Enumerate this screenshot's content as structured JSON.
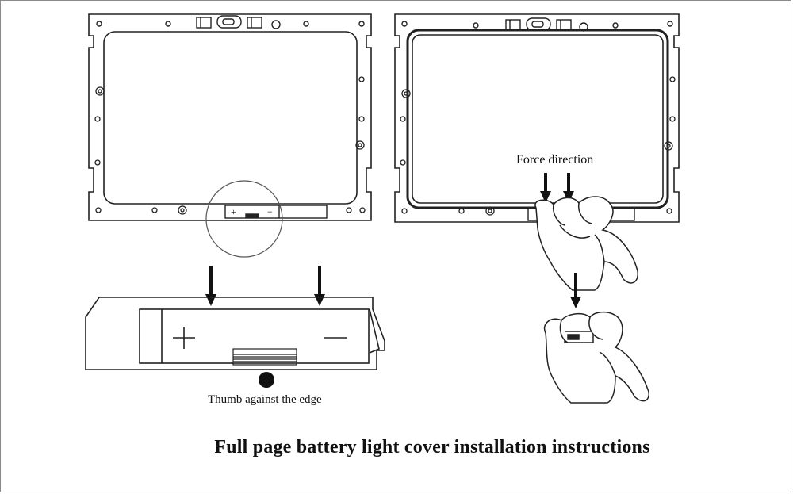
{
  "labels": {
    "plus": "+",
    "minus": "−",
    "force_direction": "Force direction",
    "thumb_against_edge": "Thumb against the edge"
  },
  "title": "Full page battery light cover installation instructions",
  "colors": {
    "ink": "#1a1a1a",
    "background": "#ffffff"
  }
}
